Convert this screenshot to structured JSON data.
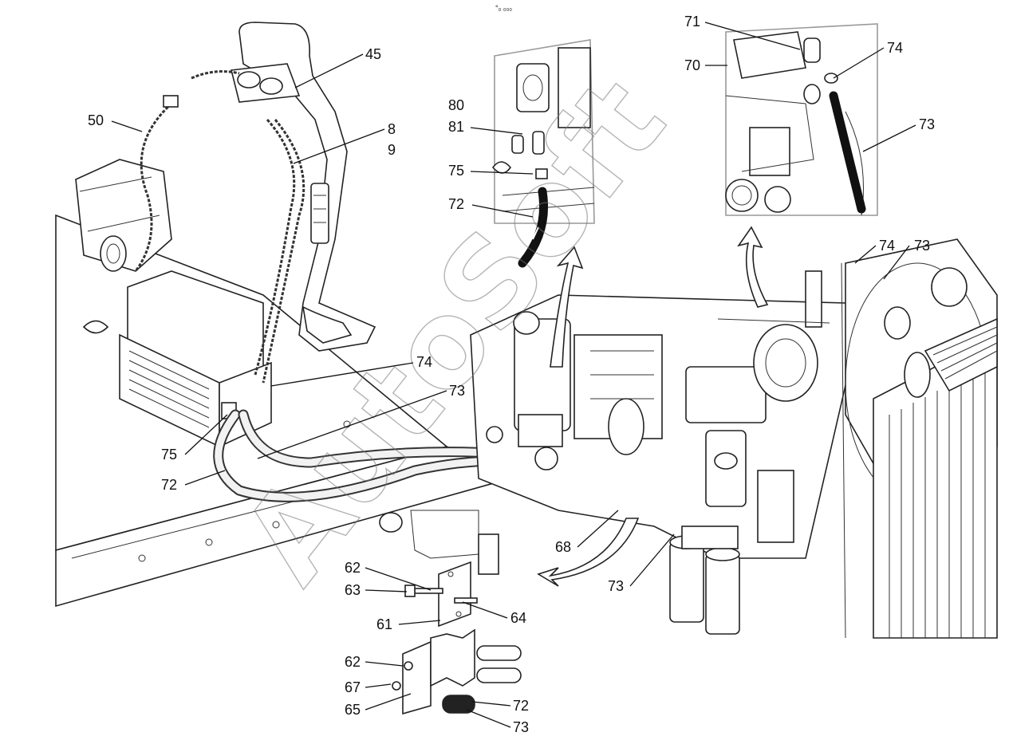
{
  "top_mark": "°₀ ₀₀₀",
  "watermark": "AutoSoft",
  "callouts": [
    {
      "id": "c45",
      "text": "45"
    },
    {
      "id": "c50",
      "text": "50"
    },
    {
      "id": "c8",
      "text": "8"
    },
    {
      "id": "c9",
      "text": "9"
    },
    {
      "id": "c80",
      "text": "80"
    },
    {
      "id": "c81",
      "text": "81"
    },
    {
      "id": "c75a",
      "text": "75"
    },
    {
      "id": "c72a",
      "text": "72"
    },
    {
      "id": "c71",
      "text": "71"
    },
    {
      "id": "c70",
      "text": "70"
    },
    {
      "id": "c74a",
      "text": "74"
    },
    {
      "id": "c73a",
      "text": "73"
    },
    {
      "id": "c74b",
      "text": "74"
    },
    {
      "id": "c73b",
      "text": "73"
    },
    {
      "id": "c74c",
      "text": "74"
    },
    {
      "id": "c73c",
      "text": "73"
    },
    {
      "id": "c75b",
      "text": "75"
    },
    {
      "id": "c72b",
      "text": "72"
    },
    {
      "id": "c68",
      "text": "68"
    },
    {
      "id": "c73d",
      "text": "73"
    },
    {
      "id": "c62a",
      "text": "62"
    },
    {
      "id": "c63",
      "text": "63"
    },
    {
      "id": "c64",
      "text": "64"
    },
    {
      "id": "c61",
      "text": "61"
    },
    {
      "id": "c62b",
      "text": "62"
    },
    {
      "id": "c67",
      "text": "67"
    },
    {
      "id": "c65",
      "text": "65"
    },
    {
      "id": "c72c",
      "text": "72"
    },
    {
      "id": "c73e",
      "text": "73"
    }
  ]
}
